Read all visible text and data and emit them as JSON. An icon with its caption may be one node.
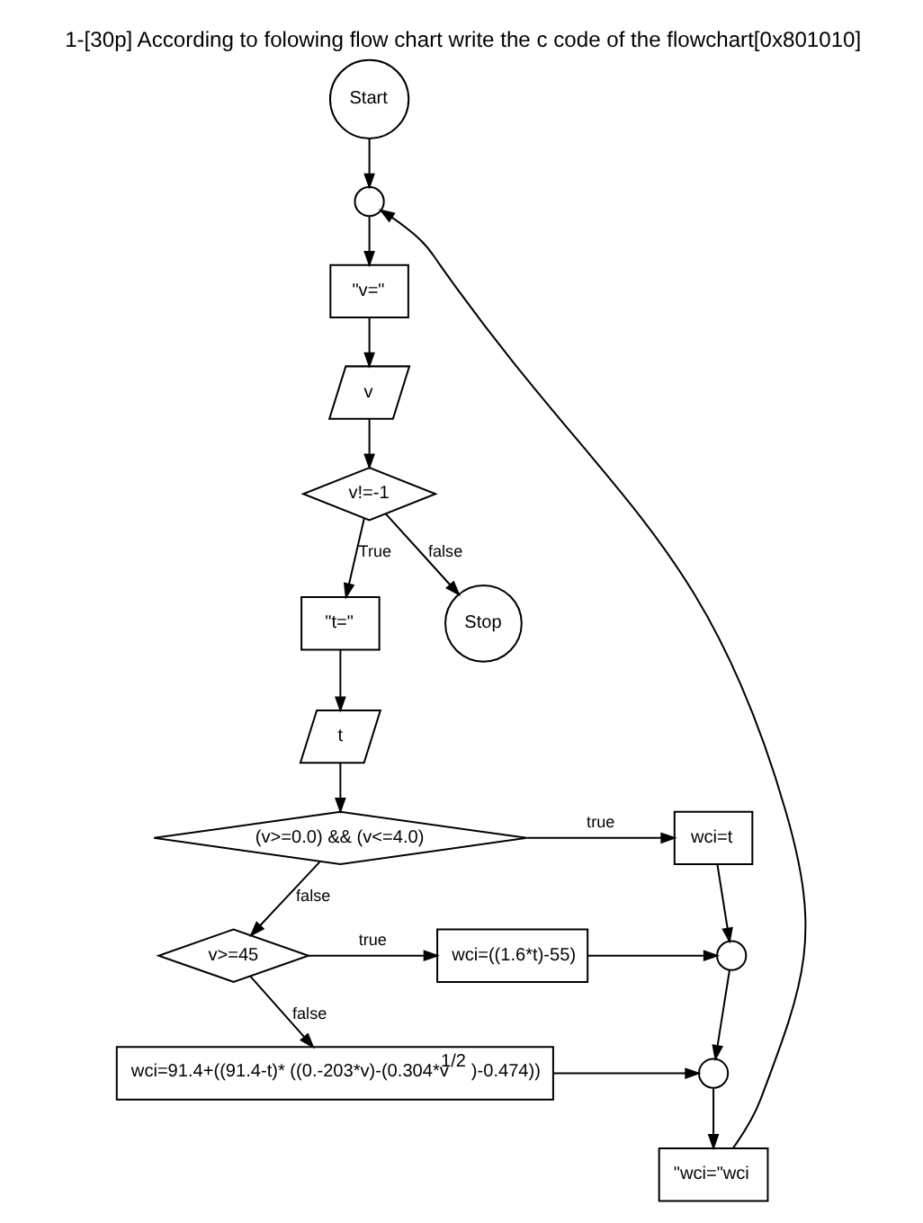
{
  "diagram": {
    "title": "1-[30p] According to folowing flow chart write the c code of the flowchart[0x801010]",
    "nodes": [
      {
        "text": [
          "Start"
        ]
      },
      {
        "text": [],
        "shape": "circle"
      },
      {
        "text": [
          "\"v=\""
        ]
      },
      {
        "text": [
          "v"
        ]
      },
      {
        "text": [
          "v!=-1"
        ]
      },
      {
        "text": [
          "\"t=\""
        ]
      },
      {
        "text": [
          "t"
        ]
      },
      {
        "text": [
          "(v>=0.0) && (v<=4.0)"
        ]
      },
      {
        "text": [
          "wci=t"
        ]
      },
      {
        "text": [
          "v>=45"
        ]
      },
      {
        "text": [
          "wci=((1.6*t)-55)"
        ]
      },
      {
        "text": [],
        "shape": "circle"
      },
      {
        "text": [
          "wci=91.4+((91.4-t)* ((0.-203*v)-(0.304*v$^{1/2}$ )-0.474))"
        ]
      },
      {
        "text": [],
        "shape": "circle"
      },
      {
        "text": [
          "\"wci=\"wci"
        ]
      },
      {
        "text": [
          "Stop"
        ]
      }
    ],
    "edges": [
      {
        "from": 0,
        "to": 1,
        "arrow": "to"
      },
      {
        "from": 1,
        "to": 2,
        "arrow": "to"
      },
      {
        "from": 2,
        "to": 3,
        "arrow": "to"
      },
      {
        "from": 3,
        "to": 4,
        "arrow": "to"
      },
      {
        "from": 4,
        "to": 15,
        "arrow": "to",
        "label": "false"
      },
      {
        "from": 4,
        "to": 5,
        "arrow": "to",
        "label": "True"
      },
      {
        "from": 5,
        "to": 6,
        "arrow": "to"
      },
      {
        "from": 6,
        "to": 7,
        "arrow": "to"
      },
      {
        "from": 7,
        "to": 8,
        "arrow": "to",
        "label": "true"
      },
      {
        "from": 7,
        "to": 9,
        "arrow": "to",
        "label": "false"
      },
      {
        "from": 9,
        "to": 10,
        "arrow": "to",
        "label": "true"
      },
      {
        "from": 9,
        "to": 12,
        "arrow": "to",
        "label": "false"
      },
      {
        "from": 8,
        "to": 11,
        "arrow": "to"
      },
      {
        "from": 10,
        "to": 11,
        "arrow": "to"
      },
      {
        "from": 11,
        "to": 13,
        "arrow": "to"
      },
      {
        "from": 12,
        "to": 13,
        "arrow": "to"
      },
      {
        "from": 13,
        "to": 14,
        "arrow": "to"
      },
      {
        "from": 14,
        "to": 1,
        "arrow": "to"
      }
    ]
  }
}
